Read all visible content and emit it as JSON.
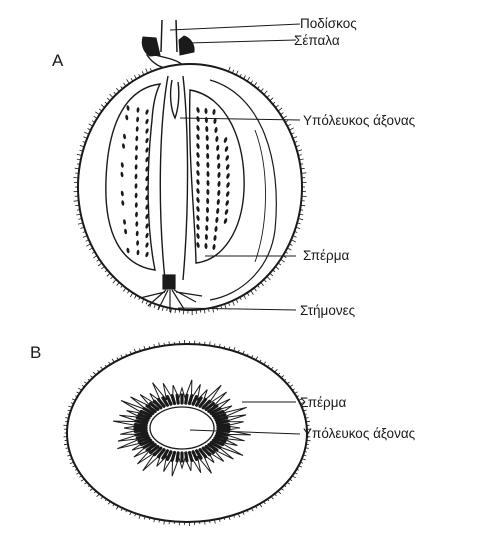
{
  "panels": {
    "a": "A",
    "b": "B"
  },
  "labels": {
    "peduncle": "Ποδίσκος",
    "sepals": "Σέπαλα",
    "core_a": "Υπόλευκος άξονας",
    "seed_a": "Σπέρμα",
    "stamens": "Στήμονες",
    "seed_b": "Σπέρμα",
    "core_b": "Υπόλευκος άξονας"
  },
  "colors": {
    "ink": "#1a1a1a",
    "paper": "#ffffff"
  }
}
